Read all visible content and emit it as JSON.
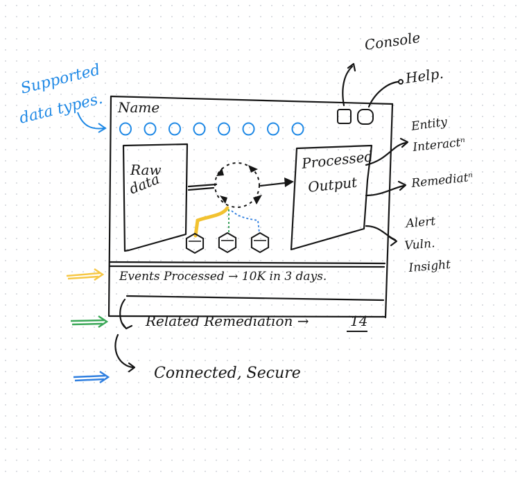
{
  "annotations": {
    "supported_data_types_line1": "Supported",
    "supported_data_types_line2": "data types.",
    "console": "Console",
    "help": "Help.",
    "entity_interaction_line1": "Entity",
    "entity_interaction_line2": "Interactⁿ",
    "remediation": "Remediatⁿ",
    "alert": "Alert",
    "vuln": "Vuln.",
    "insight": "Insight"
  },
  "card": {
    "name": "Name",
    "data_type_icon_count": 8,
    "raw_data_line1": "Raw",
    "raw_data_line2": "data",
    "processed_output_line1": "Processed",
    "processed_output_line2": "Output",
    "events_processed": "Events Processed → 10K in 3 days.",
    "related_remediation_label": "Related Remediation →",
    "related_remediation_count": "14",
    "connection_status": "Connected, Secure"
  },
  "colors": {
    "ink": "#151515",
    "blue": "#1e88e5",
    "yellow_arrow": "#f6c744",
    "green_arrow": "#3aa757",
    "blue_arrow": "#2f7fe0",
    "yellow_path": "#f2c230",
    "green_path": "#2e9a52",
    "blue_path": "#2f7fe0"
  }
}
